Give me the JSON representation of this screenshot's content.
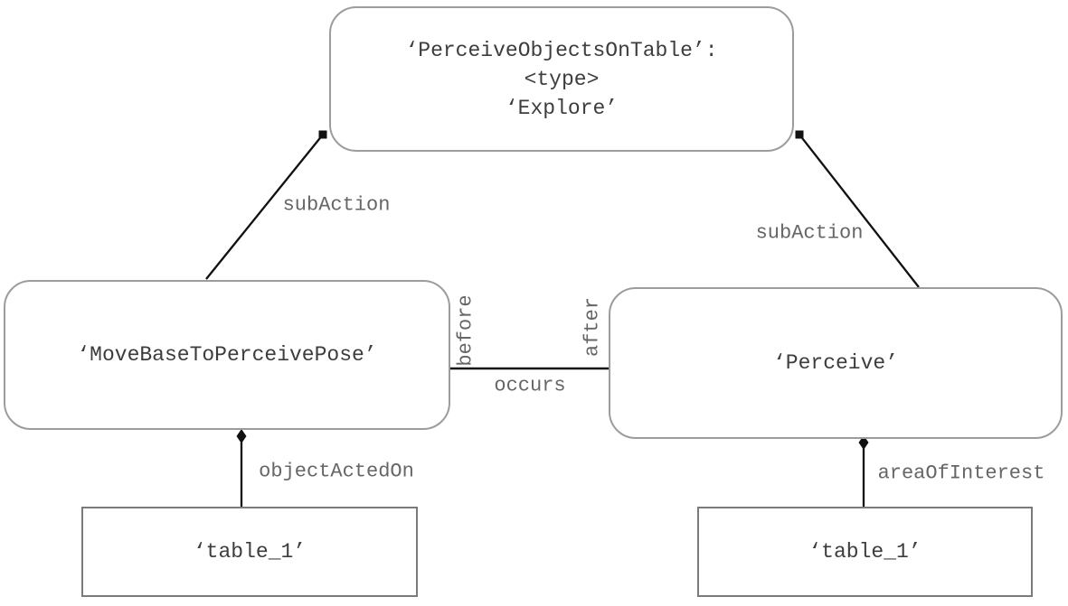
{
  "diagram": {
    "kind": "task-tree",
    "nodes": {
      "explore": {
        "line1": "‘PerceiveObjectsOnTable’:",
        "line2": "<type>",
        "line3": "‘Explore’",
        "shape": "rounded"
      },
      "move_base": {
        "label": "‘MoveBaseToPerceivePose’",
        "shape": "rounded"
      },
      "perceive": {
        "label": "‘Perceive’",
        "shape": "rounded"
      },
      "table_left": {
        "label": "‘table_1’",
        "shape": "rect"
      },
      "table_right": {
        "label": "‘table_1’",
        "shape": "rect"
      }
    },
    "edges": {
      "sub_action_left": {
        "label": "subAction",
        "from": "move_base",
        "to": "explore",
        "marker": "filled-square"
      },
      "sub_action_right": {
        "label": "subAction",
        "from": "perceive",
        "to": "explore",
        "marker": "filled-square"
      },
      "occurs": {
        "label": "occurs",
        "before_label": "before",
        "after_label": "after",
        "from": "move_base",
        "to": "perceive"
      },
      "object_acted_on": {
        "label": "objectActedOn",
        "from": "table_left",
        "to": "move_base",
        "marker": "filled-diamond"
      },
      "area_of_interest": {
        "label": "areaOfInterest",
        "from": "table_right",
        "to": "perceive",
        "marker": "filled-diamond"
      }
    },
    "colors": {
      "background": "#ffffff",
      "edge_line": "#111111",
      "rounded_node_border": "#9c9c9c",
      "rect_node_border": "#7b7b7b",
      "node_text": "#3d3d3d",
      "edge_label_text": "#666666"
    }
  }
}
